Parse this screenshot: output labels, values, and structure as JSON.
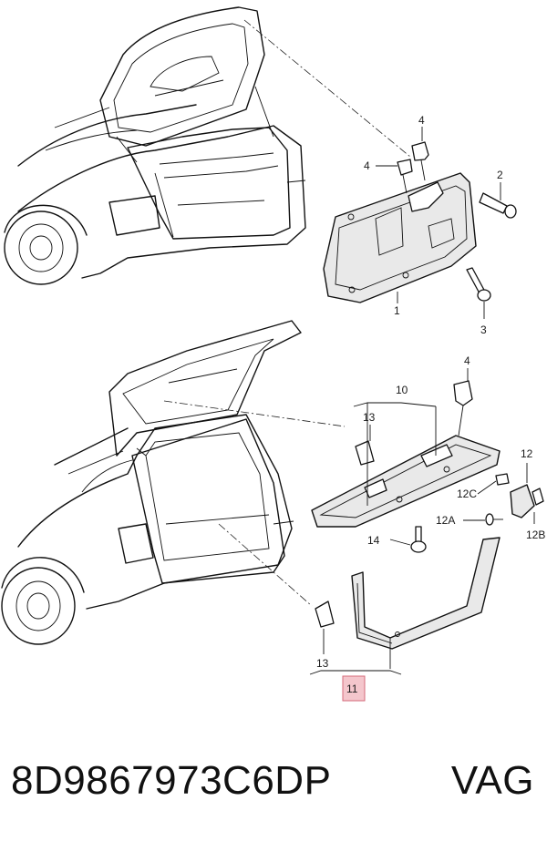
{
  "callouts": {
    "c1": "1",
    "c2": "2",
    "c3": "3",
    "c4a": "4",
    "c4b": "4",
    "c4c": "4",
    "c10": "10",
    "c11": "11",
    "c12": "12",
    "c12a": "12A",
    "c12b": "12B",
    "c12c": "12C",
    "c13a": "13",
    "c13b": "13",
    "c14": "14"
  },
  "footer": {
    "part_number": "8D9867973C6DP",
    "brand": "VAG"
  },
  "highlight_color": "#f4c6cc"
}
